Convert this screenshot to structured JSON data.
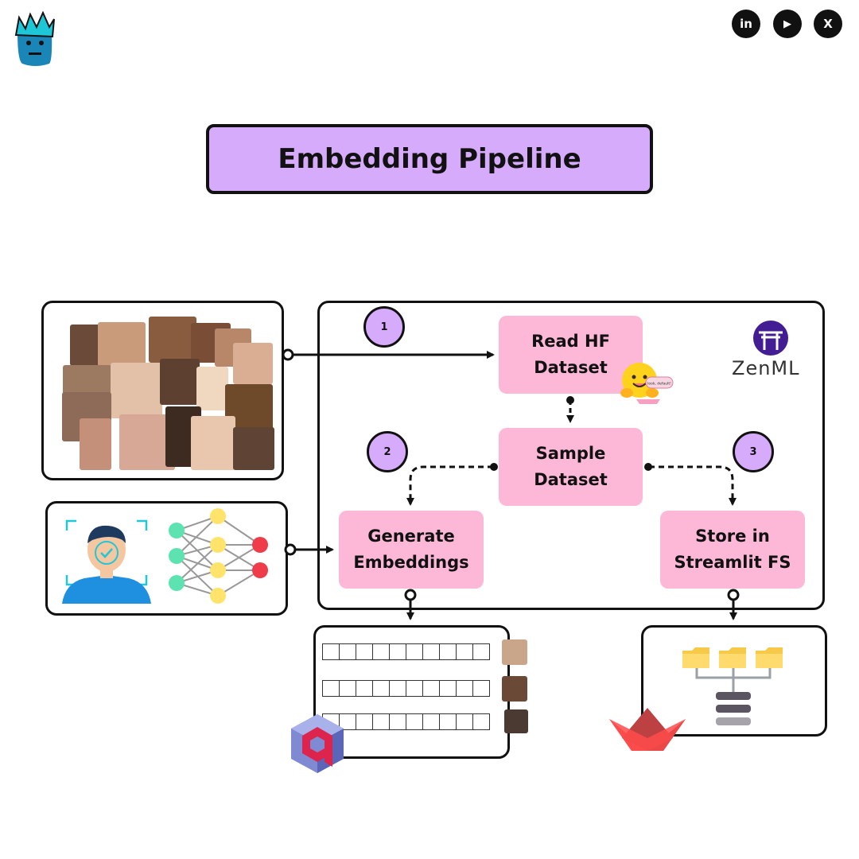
{
  "title": "Embedding Pipeline",
  "social": {
    "linkedin_label": "in",
    "youtube_label": "▶",
    "x_label": "X"
  },
  "steps": {
    "read": {
      "line1": "Read HF",
      "line2": "Dataset"
    },
    "sample": {
      "line1": "Sample",
      "line2": "Dataset"
    },
    "generate": {
      "line1": "Generate",
      "line2": "Embeddings"
    },
    "store": {
      "line1": "Store in",
      "line2": "Streamlit FS"
    }
  },
  "badges": {
    "one": "1",
    "two": "2",
    "three": "3"
  },
  "zenml_logo": "ZenML",
  "hf_speech_bubble": "look, default!",
  "colors": {
    "title_bg": "#d6abfb",
    "step_bg": "#fdb8d8",
    "badge_bg": "#d6abfb",
    "brand_teal": "#1dc7d8",
    "zenml_purple": "#431d93",
    "streamlit_red": "#ff4b4b",
    "qdrant_pink": "#dc244c"
  },
  "icons": [
    "zenml-community-logo-icon",
    "linkedin-icon",
    "youtube-icon",
    "x-icon",
    "face-collage-icon",
    "face-recognition-icon",
    "neural-network-icon",
    "hugging-face-icon",
    "zenml-logo-icon",
    "qdrant-logo-icon",
    "streamlit-logo-icon",
    "folder-tree-icon"
  ]
}
